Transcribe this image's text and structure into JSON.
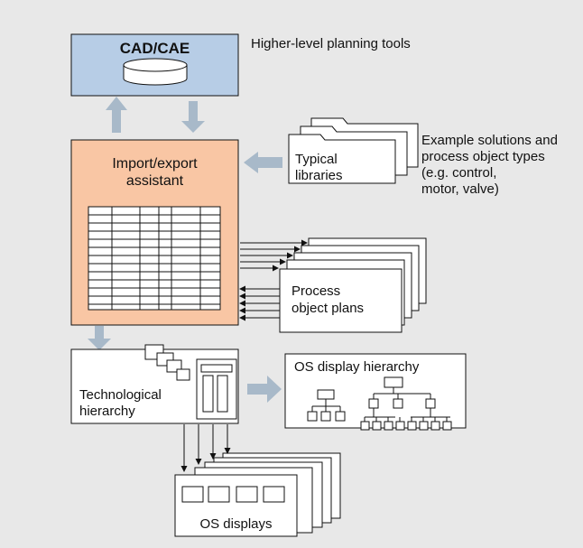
{
  "diagram": {
    "cad_cae_label": "CAD/CAE",
    "planning_tools_label": "Higher-level planning tools",
    "assistant_line1": "Import/export",
    "assistant_line2": "assistant",
    "typical_line1": "Typical",
    "typical_line2": "libraries",
    "examples_line1": "Example solutions and",
    "examples_line2": "process object types",
    "examples_line3": "(e.g. control,",
    "examples_line4": "motor, valve)",
    "process_line1": "Process",
    "process_line2": "object plans",
    "tech_line1": "Technological",
    "tech_line2": "hierarchy",
    "os_hierarchy_label": "OS display hierarchy",
    "os_displays_label": "OS displays"
  },
  "colors": {
    "background": "#e8e8e8",
    "cad_fill": "#b7cde6",
    "assistant_fill": "#f9c6a4",
    "block_arrow": "#a8b9c9",
    "line": "#111111"
  }
}
